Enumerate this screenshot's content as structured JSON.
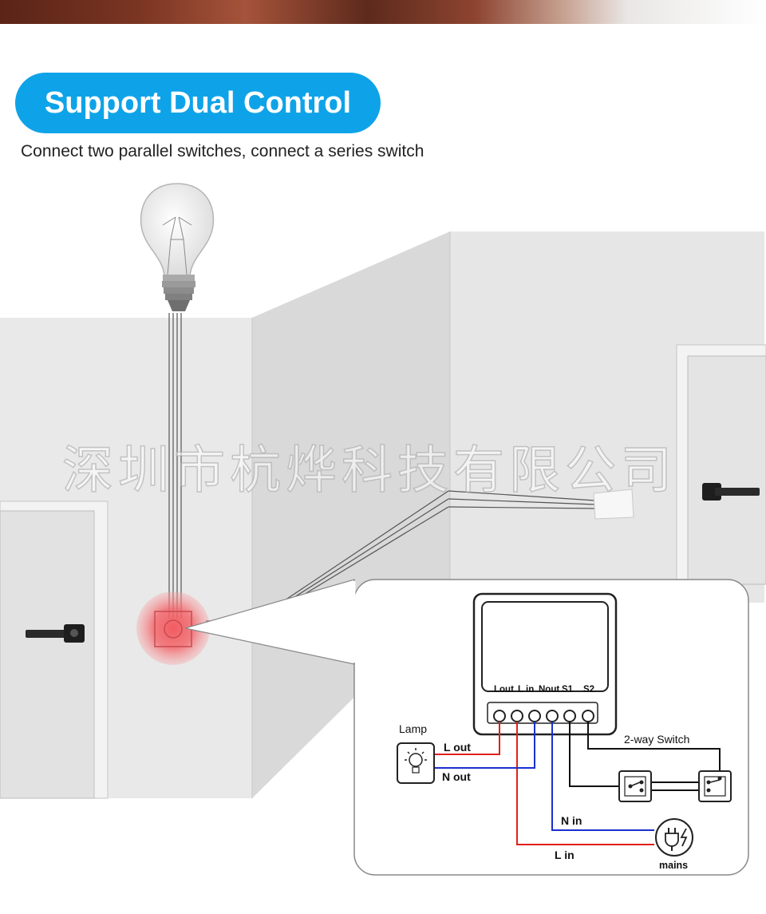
{
  "header": {
    "title": "Support Dual Control",
    "subtitle": "Connect two parallel switches, connect a series switch"
  },
  "watermark": "深圳市杭烨科技有限公司",
  "module_terminals": {
    "lout": "Lout",
    "lin": "L in",
    "nout": "Nout",
    "s1": "S1",
    "s2": "S2"
  },
  "wiring": {
    "lamp": "Lamp",
    "l_out": "L out",
    "n_out": "N out",
    "n_in": "N in",
    "l_in": "L in",
    "two_way_switch": "2-way Switch",
    "mains": "mains"
  },
  "colors": {
    "title_bg": "#0ea3e8",
    "live_wire": "#e0201a",
    "neutral_wire": "#1a2fd0",
    "switch_wire": "#111111",
    "glow": "#f2545a"
  },
  "icons": [
    "light-bulb-icon",
    "door-handle-icon",
    "lamp-icon",
    "mains-plug-icon",
    "switch-icon"
  ]
}
